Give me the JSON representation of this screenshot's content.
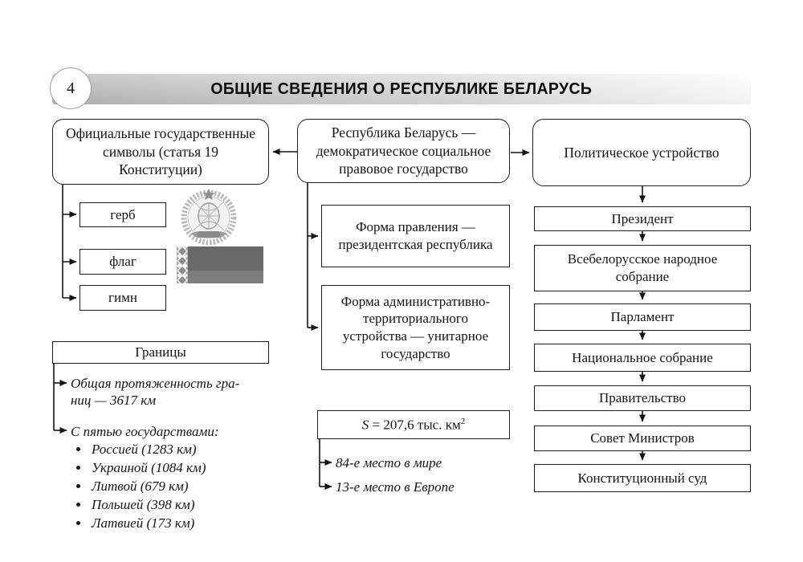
{
  "header": {
    "page_number": "4",
    "title": "ОБЩИЕ СВЕДЕНИЯ О РЕСПУБЛИКЕ БЕЛАРУСЬ"
  },
  "left_column": {
    "symbols_title": "Официальные государственные символы (статья 19 Конституции)",
    "symbol_items": [
      "герб",
      "флаг",
      "гимн"
    ],
    "emblem_icon": "coat-of-arms-of-belarus",
    "flag_icon": "flag-of-belarus",
    "borders": {
      "title": "Границы",
      "total_length": "Общая протяженность гра-\nниц — 3617 км",
      "neighbors_label": "С пятью государствами:",
      "neighbors": [
        "Россией (1283 км)",
        "Украиной (1084 км)",
        "Литвой (679 км)",
        "Польшей (398 км)",
        "Латвией (173 км)"
      ]
    }
  },
  "middle_column": {
    "top_box": "Республика Беларусь — демократическое социальное правовое государство",
    "government_form": "Форма правления — президентская республика",
    "administrative_form": "Форма административно-территориального устройства — унитарное государство",
    "area": {
      "s_var": "S",
      "s_mid": " = 207,6 тыс. км",
      "s_sup": "2",
      "world_rank": "84-е место в мире",
      "europe_rank": "13-е место в Европе"
    }
  },
  "right_column": {
    "title": "Политическое устройство",
    "chain": [
      "Президент",
      "Всебелорусское народное собрание",
      "Парламент",
      "Национальное собрание",
      "Правительство",
      "Совет Министров",
      "Конституционный суд"
    ]
  },
  "colors": {
    "line": "#141414",
    "header_gray_start": "#b3b3b3",
    "header_gray_end": "#fcfcfc",
    "flag_top_band": "#696969",
    "flag_bottom_band": "#7d7d7d",
    "emblem_gray": "#9a9a9a"
  }
}
